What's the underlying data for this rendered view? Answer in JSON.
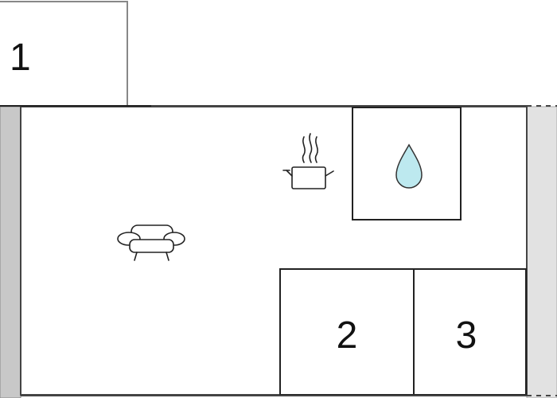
{
  "rooms": [
    {
      "number": "1",
      "type": "room"
    },
    {
      "number": "2",
      "type": "room"
    },
    {
      "number": "3",
      "type": "room"
    }
  ],
  "icons": [
    {
      "name": "armchair-icon",
      "meaning": "living area"
    },
    {
      "name": "cooking-pot-icon",
      "meaning": "kitchen"
    },
    {
      "name": "water-drop-icon",
      "meaning": "bathroom"
    }
  ],
  "colors": {
    "wall": "#444444",
    "side_wall_fill": "#c8c8c8",
    "side_wall_fill_light": "#e2e2e2",
    "floor": "#ffffff",
    "water_drop": "#bde9ef",
    "line": "#222222"
  }
}
